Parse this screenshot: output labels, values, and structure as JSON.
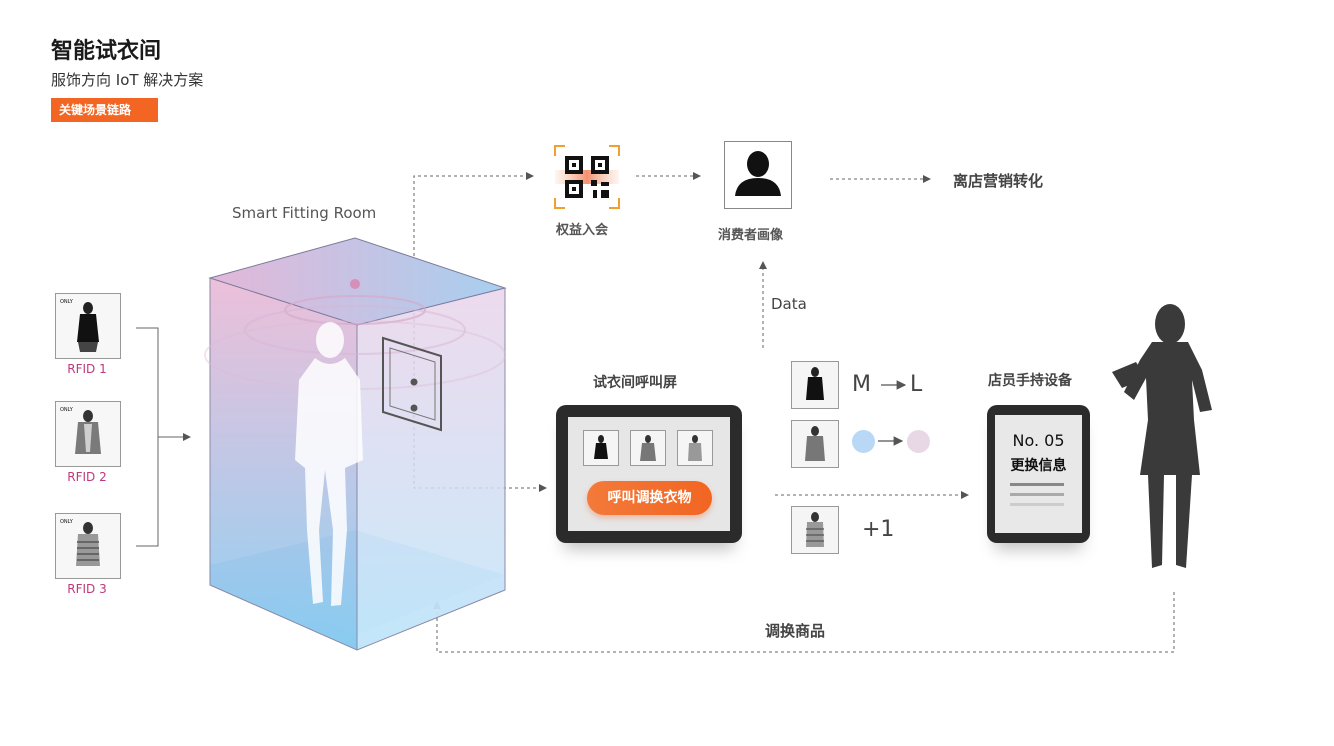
{
  "header": {
    "title": "智能试衣间",
    "subtitle": "服饰方向 IoT 解决方案",
    "badge": "关键场景链路"
  },
  "fitting_room": {
    "title": "Smart Fitting Room"
  },
  "rfid": {
    "brand_mark": "ONLY",
    "items": [
      {
        "label": "RFID 1"
      },
      {
        "label": "RFID 2"
      },
      {
        "label": "RFID 3"
      }
    ]
  },
  "membership": {
    "label": "权益入会",
    "icon": "qr-code-icon"
  },
  "profile": {
    "label": "消费者画像",
    "icon": "user-silhouette-icon"
  },
  "conversion": {
    "label": "离店营销转化"
  },
  "data_flow": {
    "label": "Data"
  },
  "call_screen": {
    "title": "试衣间呼叫屏",
    "button": "呼叫调换衣物"
  },
  "changes": {
    "size_from": "M",
    "size_to": "L",
    "color_from": "#b8d8f6",
    "color_to": "#e8d8e6",
    "plus": "+1"
  },
  "staff_device": {
    "title": "店员手持设备",
    "number": "No. 05",
    "info": "更换信息"
  },
  "swap": {
    "label": "调换商品"
  },
  "colors": {
    "accent": "#f26522",
    "rfid_label": "#c0397a",
    "qr_bracket": "#f0a030"
  }
}
